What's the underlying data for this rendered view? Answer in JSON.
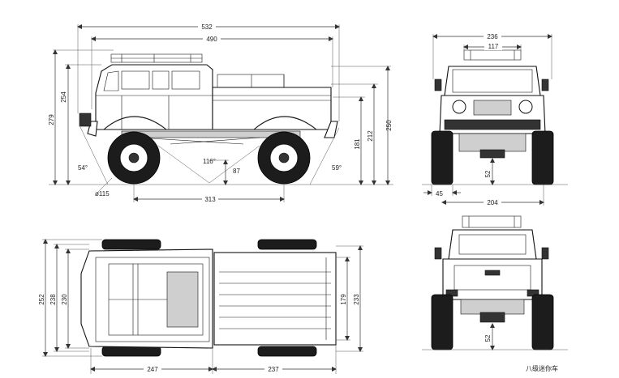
{
  "side_view": {
    "overall_length": "532",
    "body_length": "490",
    "height_279": "279",
    "height_254": "254",
    "height_250": "250",
    "height_212": "212",
    "height_181": "181",
    "approach_angle": "54°",
    "departure_angle": "59°",
    "breakover_angle": "116°",
    "ground_clearance": "87",
    "tire_diameter": "ø115",
    "wheelbase": "313"
  },
  "front_view": {
    "width": "236",
    "rack_width": "117",
    "axle_clearance": "52",
    "tire_width": "45",
    "track_width": "204"
  },
  "top_view": {
    "width_252": "252",
    "width_238": "238",
    "width_230": "230",
    "bed_179": "179",
    "bed_233": "233",
    "front_section": "247",
    "rear_section": "237"
  },
  "rear_view": {
    "axle_clearance": "52",
    "watermark": "八级迷你车"
  }
}
